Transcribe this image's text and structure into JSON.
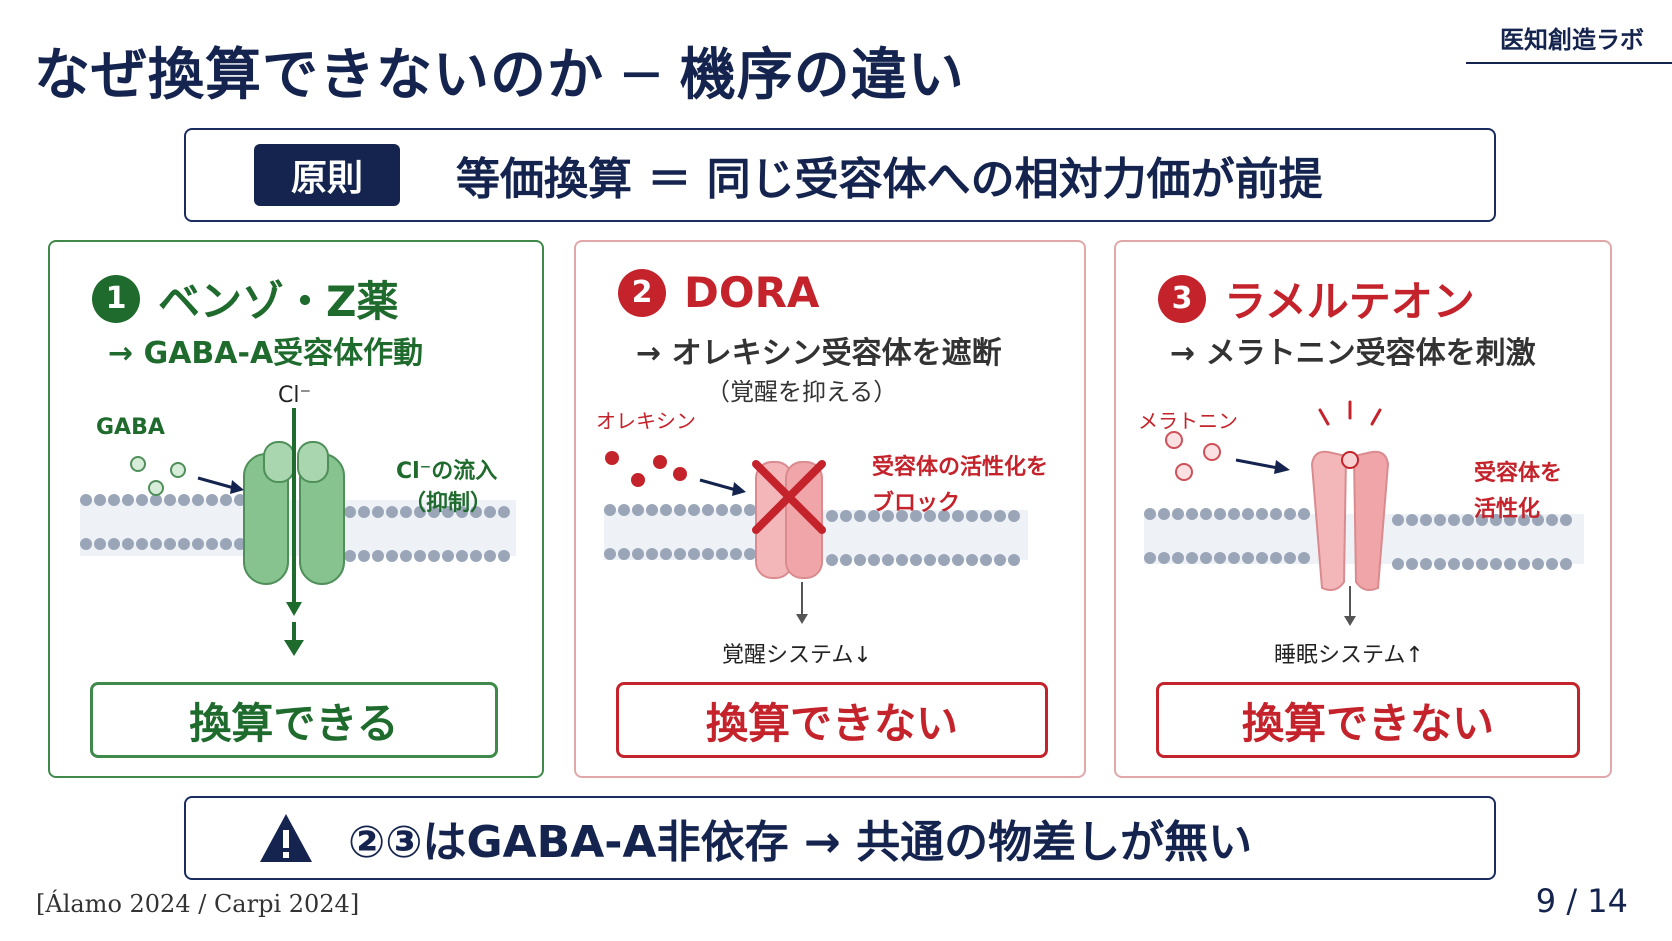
{
  "title": "なぜ換算できないのか ─ 機序の違い",
  "brand": "医知創造ラボ",
  "principle": {
    "badge": "原則",
    "text": "等価換算 ＝ 同じ受容体への相対力価が前提"
  },
  "cards": [
    {
      "number": "1",
      "name": "ベンゾ・Z薬",
      "subtitle": "→ GABA-A受容体作動",
      "note": "",
      "ligand_label": "GABA",
      "top_label": "Cl⁻",
      "side_label_1": "Cl⁻の流入",
      "side_label_2": "（抑制）",
      "result": "換算できる",
      "color": "#1e6b2d"
    },
    {
      "number": "2",
      "name": "DORA",
      "subtitle": "→ オレキシン受容体を遮断",
      "note": "（覚醒を抑える）",
      "ligand_label": "オレキシン",
      "side_label_1": "受容体の活性化を",
      "side_label_2": "ブロック",
      "downstream": "覚醒システム↓",
      "result": "換算できない",
      "color": "#c4232b"
    },
    {
      "number": "3",
      "name": "ラメルテオン",
      "subtitle": "→ メラトニン受容体を刺激",
      "note": "",
      "ligand_label": "メラトニン",
      "side_label_1": "受容体を",
      "side_label_2": "活性化",
      "downstream": "睡眠システム↑",
      "result": "換算できない",
      "color": "#c4232b"
    }
  ],
  "warning_icon": "warning-icon",
  "bottom_text": "②③はGABA-A非依存 → 共通の物差しが無い",
  "citation": "[Álamo 2024 / Carpi 2024]",
  "page_number": "9 / 14"
}
